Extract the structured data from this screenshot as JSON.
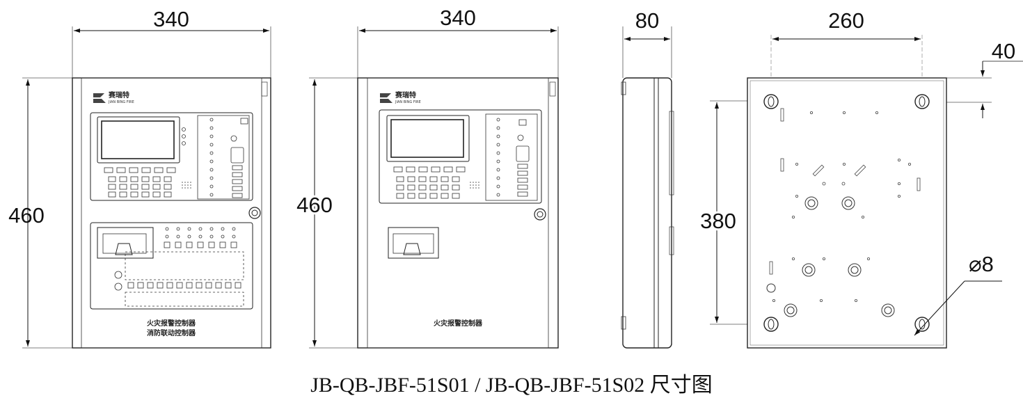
{
  "drawing": {
    "front_view_1": {
      "width_label": "340",
      "height_label": "460",
      "panel_label_line1": "火灾报警控制器",
      "panel_label_line2": "消防联动控制器"
    },
    "front_view_2": {
      "width_label": "340",
      "height_label": "460",
      "panel_label_line1": "火灾报警控制器"
    },
    "side_view": {
      "depth_label": "80"
    },
    "back_view": {
      "hole_spacing_label": "260",
      "edge_offset_label": "40",
      "vertical_spacing_label": "380",
      "hole_diameter_label": "⌀8"
    },
    "brand": {
      "line1": "赛瑞特",
      "line2": "JIAN BING FIRE"
    },
    "caption": "JB-QB-JBF-51S01 / JB-QB-JBF-51S02 尺寸图"
  }
}
